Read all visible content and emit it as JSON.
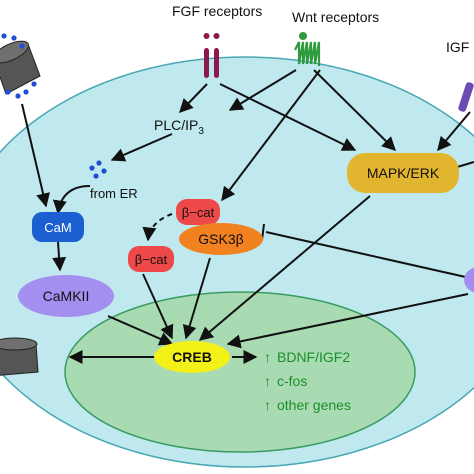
{
  "labels": {
    "fgf_receptors": "FGF receptors",
    "wnt_receptors": "Wnt receptors",
    "igf": "IGF",
    "plc_ip3": "PLC/IP",
    "plc_ip3_sub": "3",
    "from_er": "from ER",
    "mapk_erk": "MAPK/ERK",
    "cam": "CaM",
    "beta_cat_top": "β−cat",
    "gsk3b": "GSK3β",
    "beta_cat_left": "β−cat",
    "camkii": "CaMKII",
    "creb": "CREB",
    "targets": [
      {
        "arrow": "↑",
        "text": "BDNF/IGF2"
      },
      {
        "arrow": "↑",
        "text": "c-fos"
      },
      {
        "arrow": "↑",
        "text": "other genes"
      }
    ]
  },
  "colors": {
    "cell_fill": "#bfe9ee",
    "cell_stroke": "#4aa7b3",
    "nucleus_fill": "#a9dbb3",
    "nucleus_stroke": "#3a9a62",
    "fgf_receptor": "#8b1a4a",
    "wnt_receptor": "#2f9a3e",
    "igf_receptor": "#6a4bb3",
    "channel": "#4a4a4a",
    "calcium_dots": "#1f4fd6",
    "mapk_fill": "#e2b52f",
    "cam_fill": "#1b5fd0",
    "beta_cat_fill": "#ef4848",
    "gsk3b_fill": "#f2811f",
    "camkii_fill": "#a48ef0",
    "creb_fill": "#f3f118",
    "target_text": "#1b8f2a",
    "arrow": "#111111"
  }
}
